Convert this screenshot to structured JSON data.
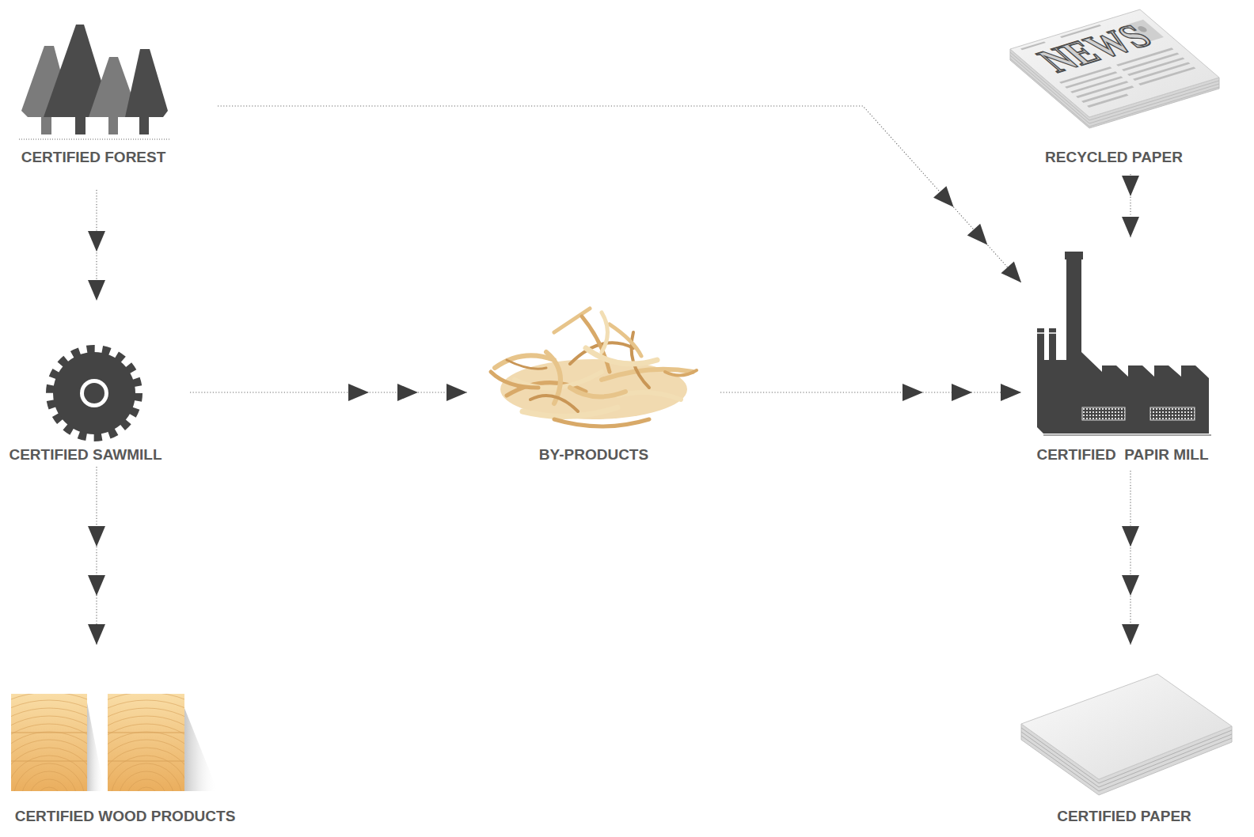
{
  "diagram": {
    "nodes": [
      {
        "text": [
          "CERTIFIED FOREST"
        ]
      },
      {
        "text": [
          "RECYCLED PAPER"
        ]
      },
      {
        "text": [
          "CERTIFIED SAWMILL"
        ]
      },
      {
        "text": [
          "BY-PRODUCTS"
        ]
      },
      {
        "text": [
          "CERTIFIED  PAPIR MILL"
        ]
      },
      {
        "text": [
          "CERTIFIED WOOD PRODUCTS"
        ]
      },
      {
        "text": [
          "CERTIFIED PAPER"
        ]
      }
    ],
    "edges": [
      {
        "from": 0,
        "to": 2,
        "arrow": "to"
      },
      {
        "from": 0,
        "to": 4,
        "arrow": "to"
      },
      {
        "from": 1,
        "to": 4,
        "arrow": "to"
      },
      {
        "from": 2,
        "to": 3,
        "arrow": "to"
      },
      {
        "from": 3,
        "to": 4,
        "arrow": "to"
      },
      {
        "from": 2,
        "to": 5,
        "arrow": "to"
      },
      {
        "from": 4,
        "to": 6,
        "arrow": "to"
      }
    ],
    "labels": [
      "NEWS"
    ]
  }
}
